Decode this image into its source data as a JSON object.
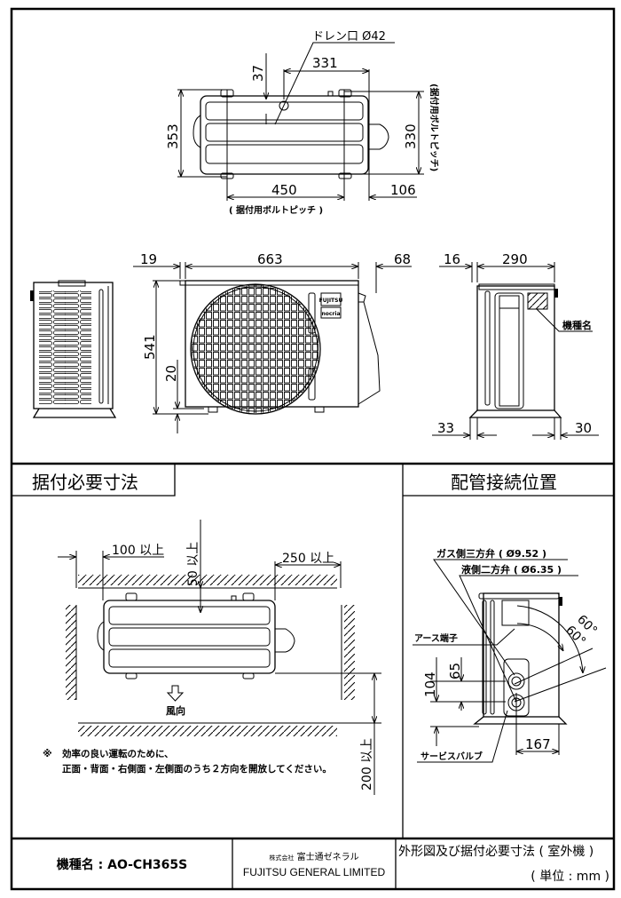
{
  "top_view": {
    "drain_label": "ドレン口 Ø42",
    "dim_37": "37",
    "dim_331": "331",
    "dim_353": "353",
    "dim_330": "330",
    "dim_450": "450",
    "dim_106": "106",
    "bolt_pitch_label": "( 据付用ボルトピッチ )",
    "bolt_pitch_vertical": "(据付用ボルトピッチ)"
  },
  "front_view": {
    "dim_19": "19",
    "dim_663": "663",
    "dim_68": "68",
    "dim_541": "541",
    "dim_20": "20",
    "logo_brand": "FUJITSU",
    "logo_series": "nocria"
  },
  "side_view": {
    "dim_16": "16",
    "dim_290": "290",
    "dim_33": "33",
    "dim_30": "30",
    "model_name_label": "機種名"
  },
  "installation": {
    "heading": "据付必要寸法",
    "dim_100": "100 以上",
    "dim_50": "50 以上",
    "dim_250": "250 以上",
    "dim_200": "200 以上",
    "wind_direction": "風向",
    "note_mark": "※",
    "note_line1": "効率の良い運転のために、",
    "note_line2": "正面・背面・右側面・左側面のうち２方向を開放してください。"
  },
  "piping": {
    "heading": "配管接続位置",
    "gas_valve": "ガス側三方弁 ( Ø9.52 )",
    "liquid_valve": "液側二方弁 ( Ø6.35 )",
    "earth_terminal": "アース端子",
    "angle_outer": "60°",
    "angle_inner": "60°",
    "dim_104": "104",
    "dim_65": "65",
    "dim_167": "167",
    "service_valve": "サービスバルブ"
  },
  "title_block": {
    "model_label": "機種名 : AO-CH365S",
    "company_jp_prefix": "株式会社",
    "company_jp": "富士通ゼネラル",
    "company_en": "FUJITSU GENERAL LIMITED",
    "drawing_title": "外形図及び据付必要寸法 ( 室外機 )",
    "unit": "( 単位 : mm )"
  }
}
